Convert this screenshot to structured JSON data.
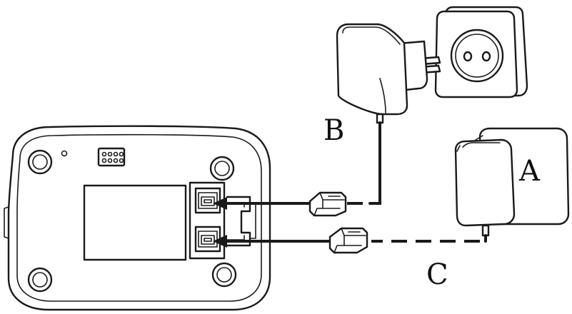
{
  "labels": {
    "a": "A",
    "b": "B",
    "c": "C"
  },
  "colors": {
    "ink": "#1a1a1a",
    "background": "#ffffff"
  }
}
